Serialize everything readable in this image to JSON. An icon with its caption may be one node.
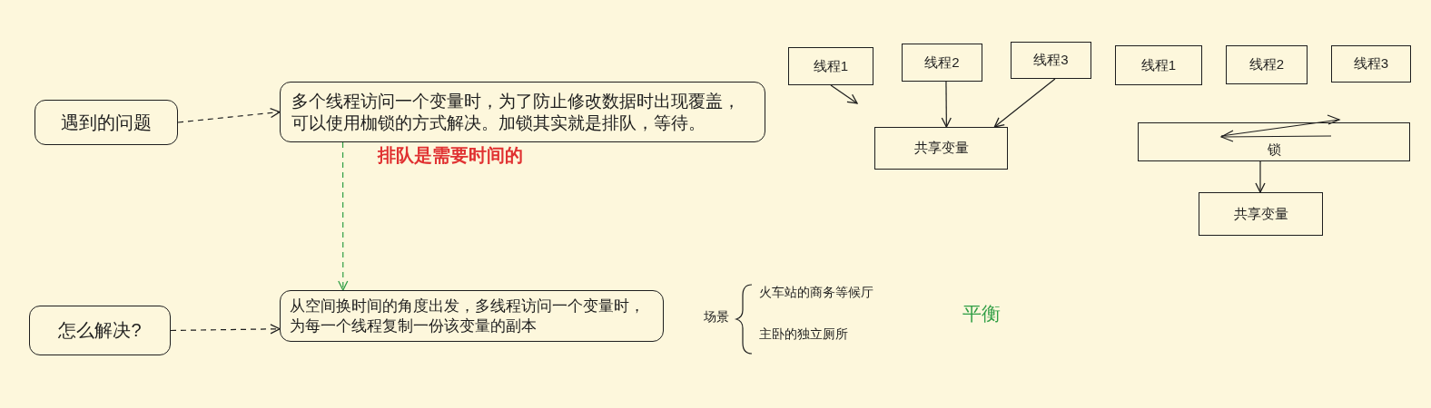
{
  "diagram": {
    "nodes": [
      {
        "text": [
          "遇到的问题"
        ]
      },
      {
        "text": [
          "多个线程访问一个变量时，为了防止修改数据时出现覆盖，可以使用枷锁的方式解决。加锁其实就是排队，等待。"
        ]
      },
      {
        "text": [
          "怎么解决?"
        ]
      },
      {
        "text": [
          "从空间换时间的角度出发，多线程访问一个变量时，为每一个线程复制一份该变量的副本"
        ]
      },
      {
        "text": [
          "线程1"
        ]
      },
      {
        "text": [
          "线程2"
        ]
      },
      {
        "text": [
          "线程3"
        ]
      },
      {
        "text": [
          "共享变量"
        ]
      },
      {
        "text": [
          "线程1"
        ]
      },
      {
        "text": [
          "线程2"
        ]
      },
      {
        "text": [
          "线程3"
        ]
      },
      {
        "text": [
          "锁"
        ]
      },
      {
        "text": [
          "共享变量"
        ]
      }
    ],
    "edges": [
      {
        "from": 0,
        "to": 1,
        "arrow": "to",
        "style": "dashed"
      },
      {
        "from": 1,
        "to": 3,
        "arrow": "to",
        "style": "dashed",
        "color": "#2f9e44"
      },
      {
        "from": 2,
        "to": 3,
        "arrow": "to",
        "style": "dashed"
      },
      {
        "from": 4,
        "to": null,
        "arrow": "to"
      },
      {
        "from": 5,
        "to": 7,
        "arrow": "to"
      },
      {
        "from": 6,
        "to": 7,
        "arrow": "to"
      },
      {
        "from": 11,
        "to": 12,
        "arrow": "to"
      }
    ],
    "labels": [
      "排队是需要时间的",
      "场景",
      "火车站的商务等候厅",
      "主卧的独立厕所",
      "平衡"
    ]
  }
}
